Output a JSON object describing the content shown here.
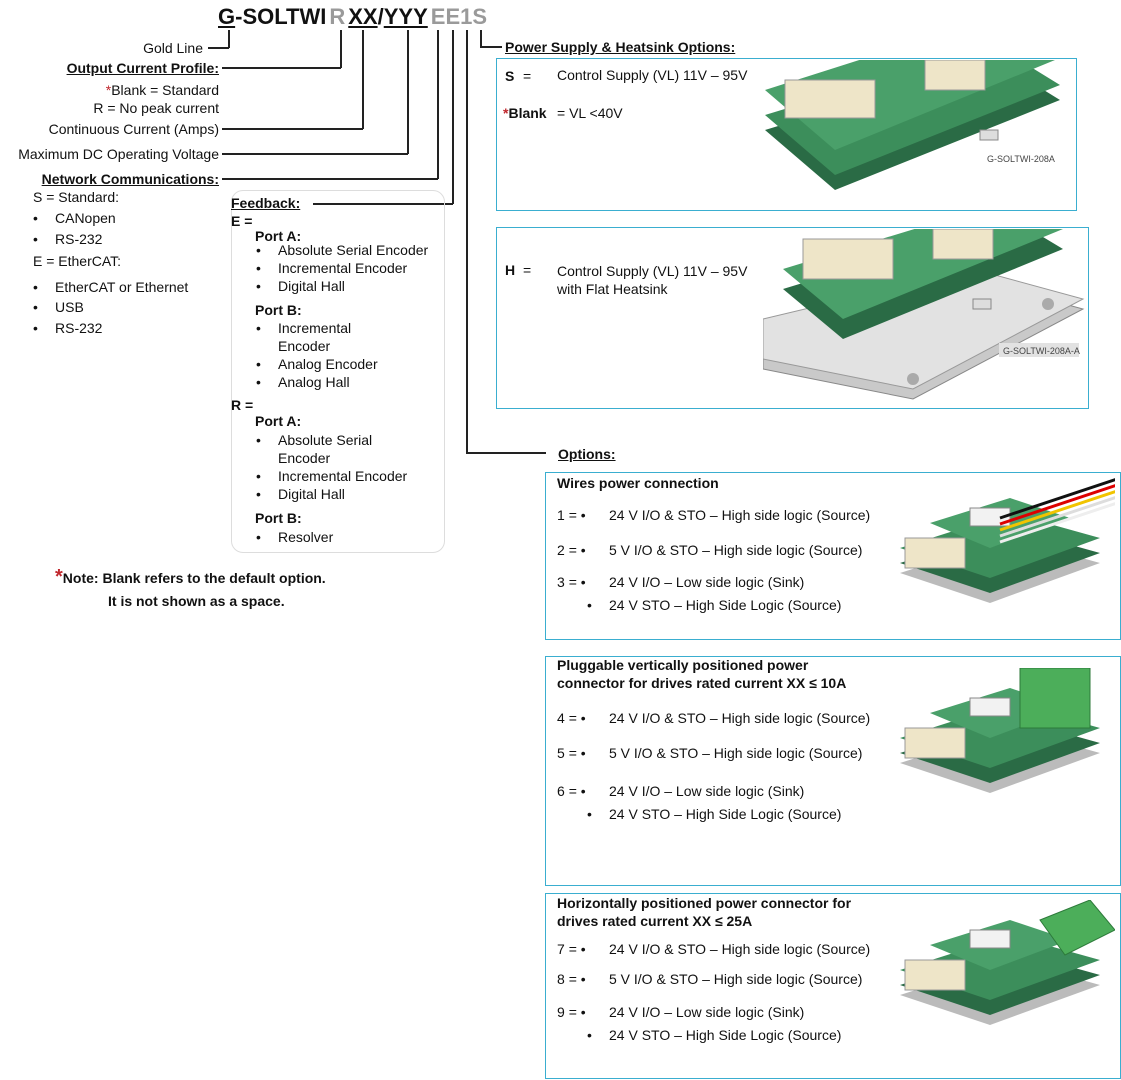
{
  "code": {
    "g": "G",
    "mid": "-SOLTWI",
    "r": "R",
    "xx": "XX",
    "slash": "/",
    "yyy": "YYY",
    "e1": "E",
    "e2": "E",
    "one": "1",
    "s": "S"
  },
  "left": {
    "gold_line": "Gold Line",
    "output_profile": "Output Current Profile:",
    "blank_star": "*",
    "blank_std": "Blank = Standard",
    "no_peak": "R = No peak current",
    "cont_current": "Continuous Current (Amps)",
    "max_voltage": "Maximum  DC Operating Voltage",
    "network": "Network Communications:",
    "s_standard": "S = Standard:",
    "s_items": [
      "CANopen",
      "RS-232"
    ],
    "e_ethercat": "E = EtherCAT:",
    "e_items": [
      "EtherCAT or Ethernet",
      "USB",
      "RS-232"
    ]
  },
  "feedback": {
    "title": "Feedback:",
    "e_label": "E =",
    "e_porta": "Port A:",
    "e_porta_items": [
      "Absolute Serial Encoder",
      "Incremental Encoder",
      "Digital Hall"
    ],
    "e_portb": "Port B:",
    "e_portb_items": [
      "Incremental",
      "Encoder",
      "Analog Encoder",
      "Analog Hall"
    ],
    "r_label": "R =",
    "r_porta": "Port A:",
    "r_porta_items": [
      "Absolute Serial",
      "Encoder",
      "Incremental Encoder",
      "Digital Hall"
    ],
    "r_portb": "Port B:",
    "r_portb_items": [
      "Resolver"
    ]
  },
  "note": {
    "star": "*",
    "line1": "Note: Blank refers to the default option.",
    "line2": "It is not shown as a space."
  },
  "power": {
    "title": "Power Supply & Heatsink Options:",
    "s_key": "S",
    "s_eq": "=",
    "s_val": "Control Supply (VL) 11V – 95V",
    "blank_star": "*",
    "blank_key": "Blank",
    "blank_val": "= VL <40V",
    "img1_caption": "G-SOLTWI-208A",
    "h_key": "H",
    "h_eq": "=",
    "h_val1": "Control Supply (VL) 11V – 95V",
    "h_val2": "with Flat Heatsink",
    "img2_caption": "G-SOLTWI-208A-A"
  },
  "options": {
    "title": "Options:",
    "groups": [
      {
        "title": [
          "Wires power connection"
        ],
        "rows": [
          {
            "n": "1",
            "t": "24 V I/O & STO – High side logic (Source)"
          },
          {
            "n": "2",
            "t": "5 V I/O & STO – High side logic (Source)"
          },
          {
            "n": "3",
            "t": "24 V I/O – Low side logic (Sink)",
            "t2": "24 V STO – High Side Logic (Source)"
          }
        ]
      },
      {
        "title": [
          "Pluggable vertically positioned power",
          "connector for drives rated current XX ≤ 10A"
        ],
        "rows": [
          {
            "n": "4",
            "t": "24 V I/O & STO – High side logic (Source)"
          },
          {
            "n": "5",
            "t": "5 V I/O & STO – High side logic (Source)"
          },
          {
            "n": "6",
            "t": "24 V I/O – Low side logic (Sink)",
            "t2": "24 V STO – High Side Logic (Source)"
          }
        ]
      },
      {
        "title": [
          "Horizontally positioned power connector for",
          "drives rated current XX ≤ 25A"
        ],
        "rows": [
          {
            "n": "7",
            "t": "24 V I/O & STO – High side logic (Source)"
          },
          {
            "n": "8",
            "t": "5 V I/O & STO – High side logic (Source)"
          },
          {
            "n": "9",
            "t": "24 V I/O – Low side logic (Sink)",
            "t2": "24 V STO – High Side Logic (Source)"
          }
        ]
      }
    ],
    "eq": "=",
    "bullet": "•"
  }
}
